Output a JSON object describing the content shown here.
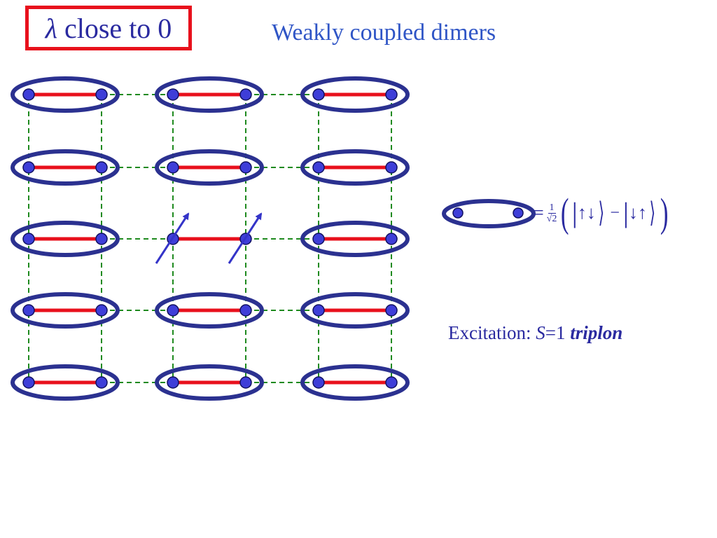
{
  "header": {
    "lambda_symbol": "λ",
    "lambda_text": "close to 0",
    "title": "Weakly coupled dimers"
  },
  "lattice": {
    "columns": 3,
    "rows": 5,
    "excited_dimer": {
      "row": 2,
      "column": 1
    }
  },
  "legend": {
    "equals": "=",
    "frac_num": "1",
    "frac_den": "√2",
    "ket_a": "↑↓",
    "minus": "−",
    "ket_b": "↓↑"
  },
  "excitation": {
    "prefix": "Excitation: ",
    "spin_symbol": "S",
    "spin_value": "=1 ",
    "name": "triplon"
  },
  "colors": {
    "bond": "#e8101c",
    "dimer_outline": "#2b3190",
    "site_fill": "#3e3ed8",
    "weak_bond": "#1f8a1f",
    "spin_arrow": "#3434c8",
    "text_blue": "#2a2aa0",
    "title_blue": "#2f55c6"
  }
}
